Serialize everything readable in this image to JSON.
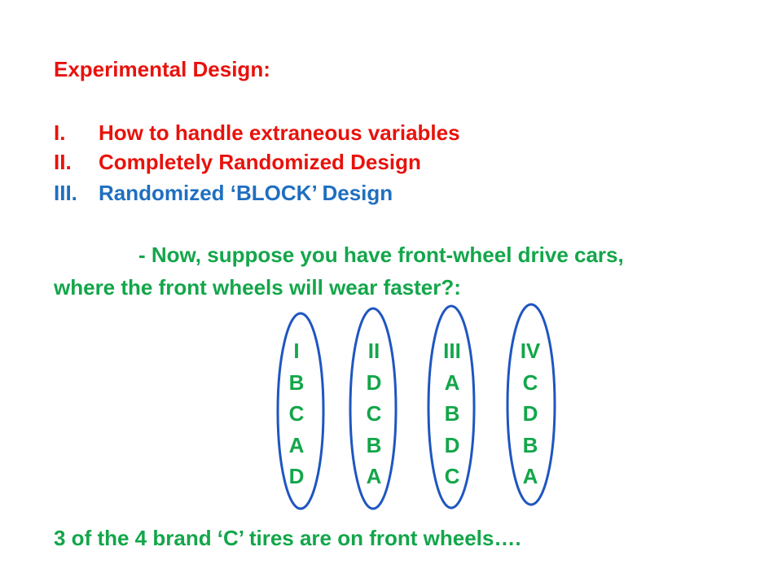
{
  "slide": {
    "title": "Experimental Design:",
    "outline": [
      {
        "num": "I.",
        "text": "How to handle extraneous variables"
      },
      {
        "num": "II.",
        "text": "Completely Randomized Design"
      },
      {
        "num": "III.",
        "text": "Randomized ‘BLOCK’ Design"
      }
    ],
    "paragraph_line1": "- Now, suppose you have front-wheel drive cars,",
    "paragraph_line2": "where the front wheels will wear faster?:",
    "columns": [
      {
        "header": "I",
        "items": [
          "B",
          "C",
          "A",
          "D"
        ]
      },
      {
        "header": "II",
        "items": [
          "D",
          "C",
          "B",
          "A"
        ]
      },
      {
        "header": "III",
        "items": [
          "A",
          "B",
          "D",
          "C"
        ]
      },
      {
        "header": "IV",
        "items": [
          "C",
          "D",
          "B",
          "A"
        ]
      }
    ],
    "conclusion": "3 of the 4 brand ‘C’ tires are on front wheels….",
    "colors": {
      "title": "#e8120c",
      "highlight": "#1f6fc0",
      "body": "#13a64a",
      "ellipse": "#1f56c0"
    }
  }
}
